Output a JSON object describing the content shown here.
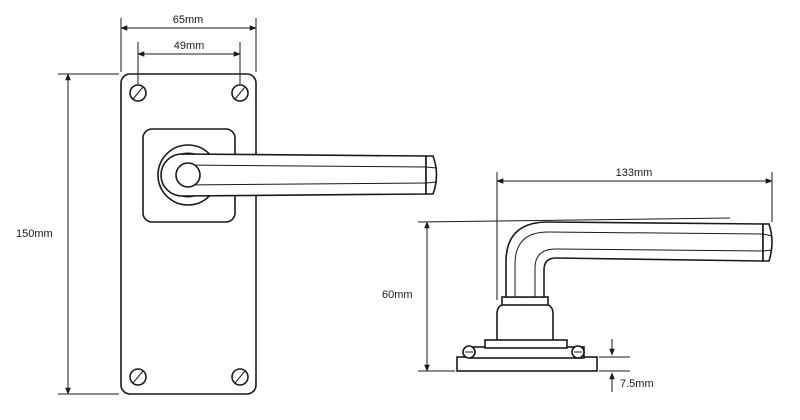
{
  "dimensions": {
    "front_width_outer": "65mm",
    "front_width_inner": "49mm",
    "front_height": "150mm",
    "side_lever_length": "133mm",
    "side_height": "60mm",
    "side_rose_thickness": "7.5mm"
  }
}
